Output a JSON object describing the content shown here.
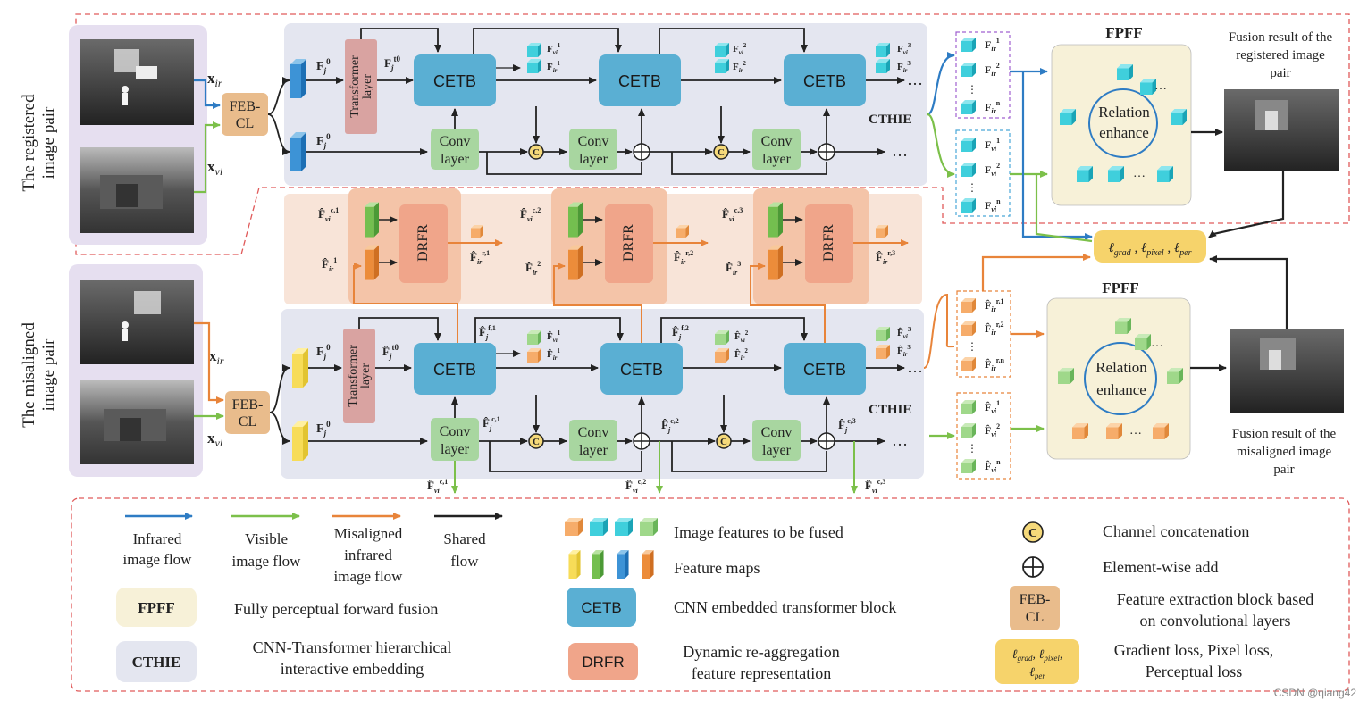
{
  "top": {
    "side_label": [
      "The registered",
      "image pair"
    ],
    "input_ir": "x",
    "input_ir_sub": "ir",
    "input_vi": "x",
    "input_vi_sub": "vi",
    "feb_cl": [
      "FEB-",
      "CL"
    ],
    "transformer": [
      "Transformer",
      "layer"
    ],
    "cetb": "CETB",
    "conv": [
      "Conv",
      "layer"
    ],
    "cthie": "CTHIE",
    "fpff_title": "FPFF",
    "relation": [
      "Relation",
      "enhance"
    ],
    "result_caption": [
      "Fusion result of the",
      "registered image",
      "pair"
    ]
  },
  "bottom": {
    "side_label": [
      "The misaligned",
      "image pair"
    ],
    "feb_cl": [
      "FEB-",
      "CL"
    ],
    "transformer": [
      "Transformer",
      "layer"
    ],
    "cetb": "CETB",
    "conv": [
      "Conv",
      "layer"
    ],
    "cthie": "CTHIE",
    "fpff_title": "FPFF",
    "relation": [
      "Relation",
      "enhance"
    ],
    "result_caption": [
      "Fusion result of the",
      "misaligned image",
      "pair"
    ]
  },
  "drfr": {
    "label": "DRFR"
  },
  "loss": "ℓ grad , ℓ pixel , ℓ per",
  "legend": {
    "flows": [
      {
        "label": [
          "Infrared",
          "image flow"
        ],
        "color": "#2e7cc4"
      },
      {
        "label": [
          "Visible",
          "image flow"
        ],
        "color": "#7cc04a"
      },
      {
        "label": [
          "Misaligned",
          "infrared",
          "image flow"
        ],
        "color": "#e8843a"
      },
      {
        "label": [
          "Shared",
          "flow"
        ],
        "color": "#222222"
      }
    ],
    "fpff_badge": "FPFF",
    "fpff_text": "Fully perceptual forward fusion",
    "cthie_badge": "CTHIE",
    "cthie_text": [
      "CNN-Transformer hierarchical",
      "interactive embedding"
    ],
    "features_fused": "Image features to be fused",
    "feature_maps": "Feature maps",
    "cetb_badge": "CETB",
    "cetb_text": "CNN embedded transformer block",
    "drfr_badge": "DRFR",
    "drfr_text": [
      "Dynamic re-aggregation",
      "feature representation"
    ],
    "concat_text": "Channel concatenation",
    "add_text": "Element-wise add",
    "feb_badge": [
      "FEB-",
      "CL"
    ],
    "feb_text": [
      "Feature extraction block based",
      "on convolutional layers"
    ],
    "loss_text": [
      "Gradient loss, Pixel loss,",
      "Perceptual loss"
    ]
  },
  "watermark": "CSDN @qiang42",
  "colors": {
    "infrared": "#2e7cc4",
    "visible": "#7cc04a",
    "misaligned": "#e8843a",
    "cetb": "#5aafd3",
    "conv": "#a8d6a0",
    "feb": "#e9bc8c",
    "transformer": "#d9a3a1",
    "fpff_bg": "#f7f1d8",
    "cthie_bg": "#e4e6f0",
    "drfr": "#f0a58a",
    "loss": "#f6d36b"
  }
}
